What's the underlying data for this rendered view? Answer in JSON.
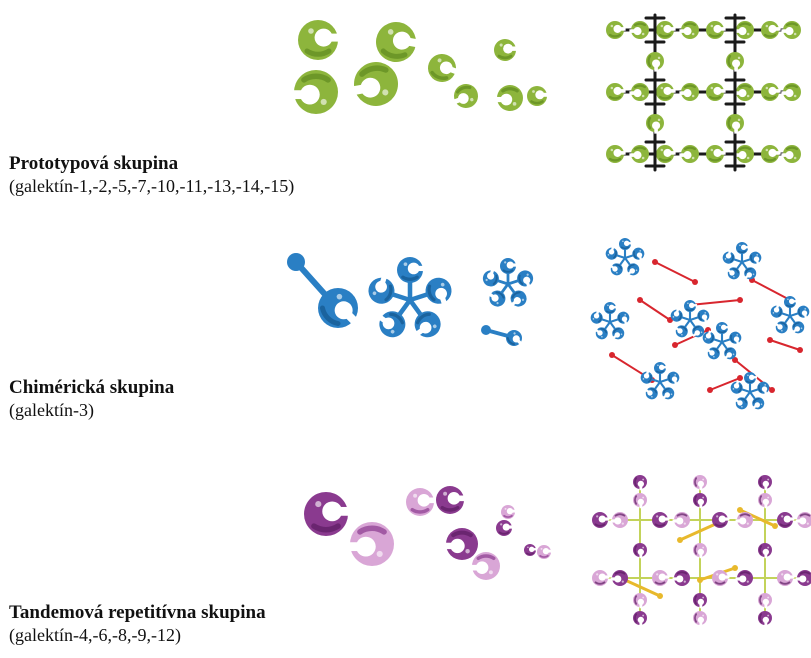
{
  "groups": [
    {
      "title": "Prototypová skupina",
      "members": "(galektín-1,-2,-5,-7,-10,-11,-13,-14,-15)",
      "color": "#8db53c",
      "shade": "#5f8a1f",
      "linker": "#1a1a1a"
    },
    {
      "title": "Chimérická skupina",
      "members": "(galektín-3)",
      "color": "#2a7fc4",
      "shade": "#14578f",
      "linker": "#d8262e"
    },
    {
      "title": "Tandemová repetitívna skupina",
      "members": "(galektín-4,-6,-8,-9,-12)",
      "color": "#8a3a8f",
      "shade": "#5c1d63",
      "light": "#d9a6d6",
      "linker": "#e8b92c",
      "linker_alt": "#c3d35a"
    }
  ]
}
